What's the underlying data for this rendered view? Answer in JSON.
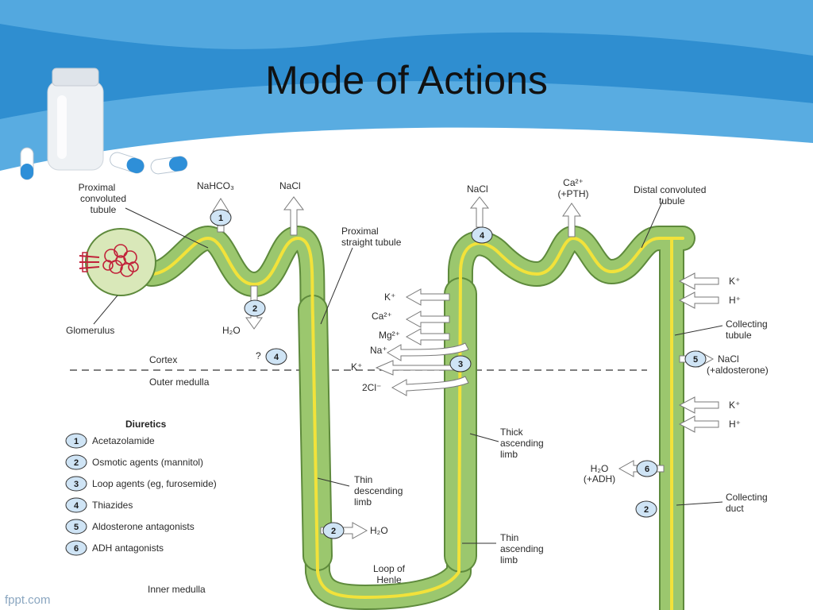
{
  "slide": {
    "title": "Mode of Actions",
    "brand": "fppt.com"
  },
  "colors": {
    "tubule_fill": "#9bc76e",
    "tubule_edge": "#5e8a3c",
    "lumen": "#f2e23a",
    "badge": "#cfe4f5",
    "banner": "#2f8ed0"
  },
  "icons": [
    "pill-bottle-icon",
    "capsule-icon",
    "glomerulus-icon"
  ],
  "labels": {
    "proximal_convoluted": [
      "Proximal",
      "convoluted",
      "tubule"
    ],
    "glomerulus": "Glomerulus",
    "proximal_straight": [
      "Proximal",
      "straight tubule"
    ],
    "distal_convoluted": [
      "Distal convoluted",
      "tubule"
    ],
    "collecting_tubule": [
      "Collecting",
      "tubule"
    ],
    "collecting_duct": [
      "Collecting",
      "duct"
    ],
    "thick_ascending": [
      "Thick",
      "ascending",
      "limb"
    ],
    "thin_descending": [
      "Thin",
      "descending",
      "limb"
    ],
    "thin_ascending": [
      "Thin",
      "ascending",
      "limb"
    ],
    "loop_of_henle": [
      "Loop of",
      "Henle"
    ],
    "cortex": "Cortex",
    "outer_medulla": "Outer medulla",
    "inner_medulla": "Inner medulla",
    "question": "?"
  },
  "ions": {
    "nahco3": "NaHCO₃",
    "nacl_pct": "NaCl",
    "nacl_dct": "NaCl",
    "ca_top": [
      "Ca²⁺",
      "(+PTH)"
    ],
    "h2o_top": "H₂O",
    "h2o_loop": "H₂O",
    "k_loop": "K⁺",
    "ca_loop": "Ca²⁺",
    "mg_loop": "Mg²⁺",
    "na_loop": "Na⁺",
    "k2_loop": "K⁺",
    "cl2_loop": "2Cl⁻",
    "k_ct": "K⁺",
    "h_ct": "H⁺",
    "nacl_ct": [
      "NaCl",
      "(+aldosterone)"
    ],
    "k_cd": "K⁺",
    "h_cd": "H⁺",
    "h2o_adh": [
      "H₂O",
      "(+ADH)"
    ]
  },
  "badges": {
    "b1": "1",
    "b2_top": "2",
    "b4_q": "4",
    "b4_dct": "4",
    "b3_loop": "3",
    "b5_ct": "5",
    "b6_adh": "6",
    "b2_cd": "2",
    "b2_loop": "2"
  },
  "legend": {
    "title": "Diuretics",
    "items": [
      {
        "num": "1",
        "label": "Acetazolamide"
      },
      {
        "num": "2",
        "label": "Osmotic agents (mannitol)"
      },
      {
        "num": "3",
        "label": "Loop agents (eg, furosemide)"
      },
      {
        "num": "4",
        "label": "Thiazides"
      },
      {
        "num": "5",
        "label": "Aldosterone antagonists"
      },
      {
        "num": "6",
        "label": "ADH antagonists"
      }
    ]
  }
}
